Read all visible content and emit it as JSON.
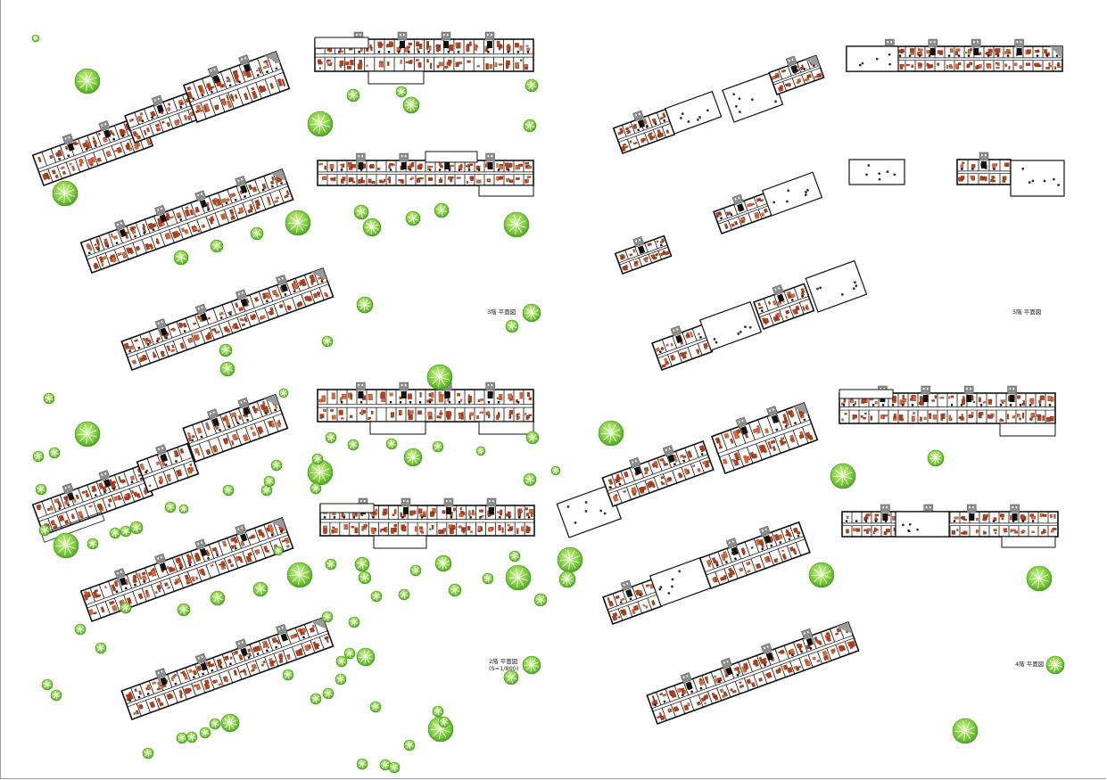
{
  "sheet": {
    "labels": {
      "floor3": "3階  平面図",
      "floor5": "5階  平面図",
      "floor2": "2階  平面図",
      "floor2_scale": "(S=1/800)",
      "floor4": "4階  平面図"
    }
  },
  "colors": {
    "wall": "#111111",
    "room_fill": "#b5411a",
    "room_fill_light": "#d86a3a",
    "core": "#8c8c8c",
    "tree": "#7ac943",
    "tree_dark": "#3f9a1c",
    "tree_light": "#c9ef8e"
  },
  "icons": {
    "tree": "tree-symbol-icon",
    "stair_core": "stair-core-icon",
    "furniture": "furniture-icon"
  }
}
